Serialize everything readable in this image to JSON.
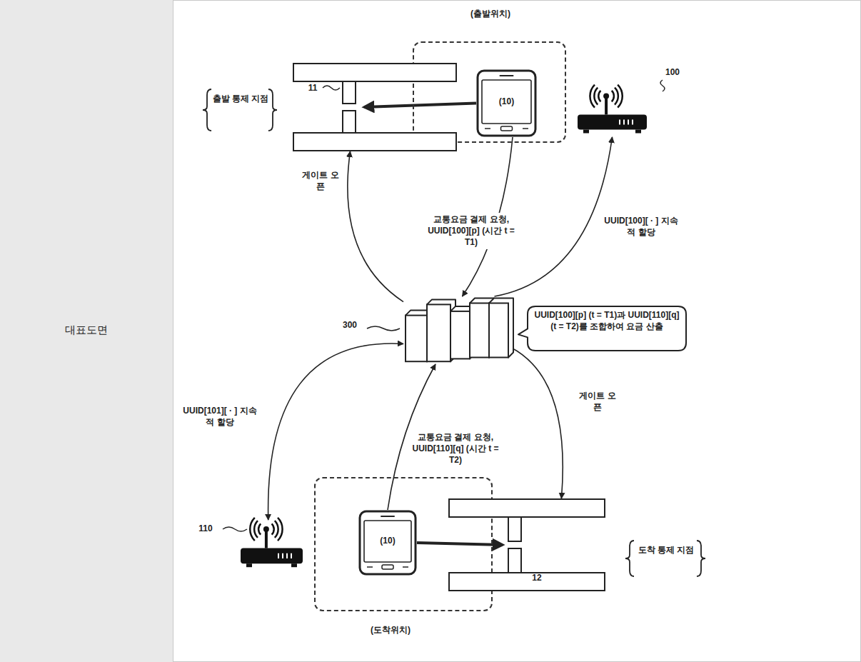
{
  "diagram": {
    "nodes": [
      {
        "text": [
          "대표도면"
        ]
      },
      {
        "text": [
          "(출발위치)"
        ]
      },
      {
        "text": [
          "(10)"
        ],
        "in": 1
      },
      {
        "text": [
          "출발 통제 지점"
        ]
      },
      {
        "text": [
          "100"
        ]
      },
      {
        "text": [
          "300"
        ]
      },
      {
        "text": [
          "UUID[100][p] (t = T1)과 UUID[110][q] (t = T2)를 조합하여 요금 산출"
        ]
      },
      {
        "text": [
          "110"
        ]
      },
      {
        "text": [
          "(도착위치)"
        ]
      },
      {
        "text": [
          "(10)"
        ],
        "in": 8
      },
      {
        "text": [
          "도착 통제 지점"
        ]
      }
    ],
    "edges": [
      {
        "from": 2,
        "to": 5,
        "label": "교통요금 결제 요청, UUID[100][p] (시간 t = T1)",
        "arrow": "to"
      },
      {
        "from": 5,
        "to": 3,
        "label": "게이트 오픈",
        "arrow": "to"
      },
      {
        "from": 5,
        "to": 4,
        "label": "UUID[100][ · ] 지속적 할당",
        "arrow": "to"
      },
      {
        "from": 5,
        "to": 7,
        "label": "UUID[101][ · ] 지속적 할당",
        "arrow": "both"
      },
      {
        "from": 9,
        "to": 5,
        "label": "교통요금 결제 요청, UUID[110][q] (시간 t = T2)",
        "arrow": "to"
      },
      {
        "from": 5,
        "to": 10,
        "label": "게이트 오픈",
        "arrow": "to"
      },
      {
        "from": 2,
        "to": 3,
        "arrow": "to"
      },
      {
        "from": 9,
        "to": 10,
        "arrow": "to"
      }
    ],
    "labels": [
      "11",
      "12"
    ]
  }
}
